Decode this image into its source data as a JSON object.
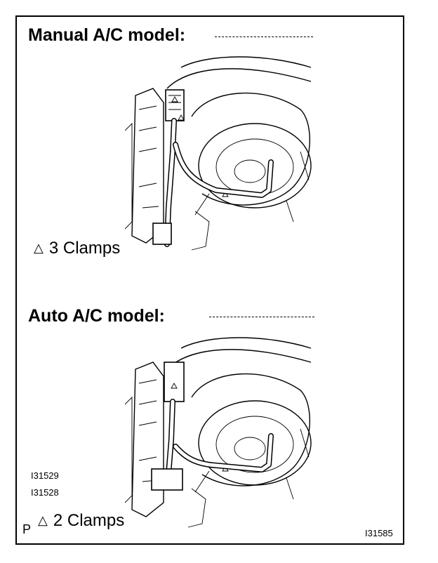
{
  "manual": {
    "heading": "Manual A/C model:",
    "legend_symbol": "△",
    "legend_text": "3 Clamps"
  },
  "auto": {
    "heading": "Auto A/C model:",
    "legend_symbol": "△",
    "legend_text": "2 Clamps"
  },
  "codes": {
    "code_a": "I31529",
    "code_b": "I31528",
    "figure": "I31585",
    "page_mark": "P"
  }
}
